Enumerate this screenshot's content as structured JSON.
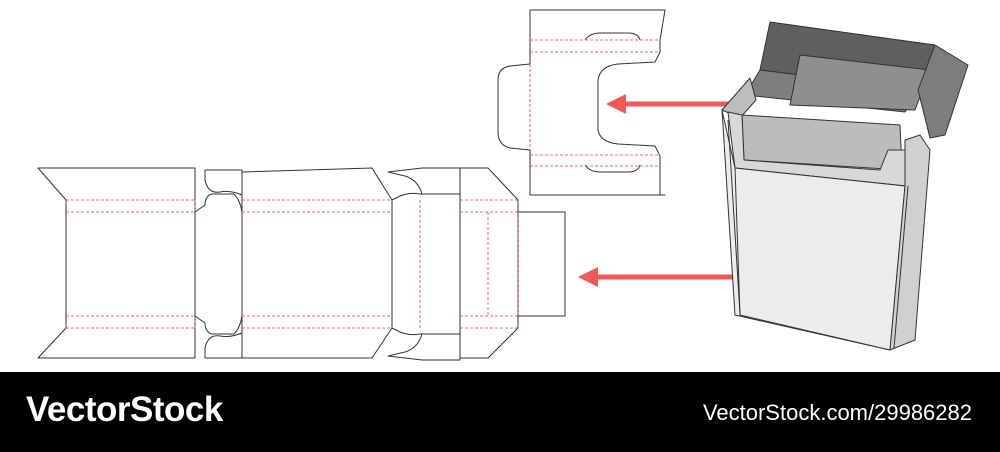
{
  "footer": {
    "brand": "VectorStock",
    "stock_id": "VectorStock.com/29986282"
  },
  "colors": {
    "cut_line": "#333333",
    "fold_line": "#e23b3b",
    "arrow": "#ef5a57",
    "footer_bg": "#000000",
    "box_light": "#eaeaea",
    "box_dark": "#7d7d7d"
  },
  "icons": [
    "dieline-main",
    "dieline-lid",
    "arrow-left-icon",
    "box-3d-illustration"
  ]
}
